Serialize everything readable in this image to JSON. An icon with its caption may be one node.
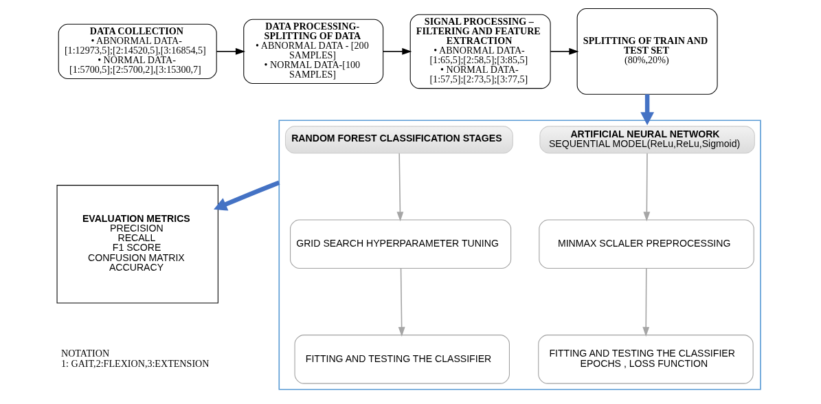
{
  "diagram": {
    "nodes": [
      {
        "text": [
          "DATA COLLECTION",
          "• ABNORMAL DATA- [1:12973,5];[2:14520,5],[3:16854,5]",
          "• NORMAL DATA- [1:5700,5];[2:5700,2],[3:15300,7]"
        ]
      },
      {
        "text": [
          "DATA PROCESSING- SPLITTING OF DATA",
          "• ABNORMAL DATA - [200 SAMPLES]",
          "• NORMAL DATA-[100 SAMPLES]"
        ]
      },
      {
        "text": [
          "SIGNAL PROCESSING – FILTERING AND FEATURE EXTRACTION",
          "• ABNORMAL DATA- [1:65,5];[2:58,5];[3:85,5]",
          "• NORMAL DATA- [1:57,5];[2:73,5];[3:77,5]"
        ]
      },
      {
        "text": [
          "SPLITTING OF TRAIN AND TEST SET",
          "(80%,20%)"
        ]
      },
      {
        "text": [],
        "shape": "box"
      },
      {
        "text": [
          "RANDOM FOREST CLASSIFICATION STAGES"
        ],
        "in": 4
      },
      {
        "text": [
          "ARTIFICIAL NEURAL NETWORK",
          "SEQUENTIAL MODEL(ReLu,ReLu,Sigmoid)"
        ],
        "in": 4
      },
      {
        "text": [
          "GRID SEARCH HYPERPARAMETER TUNING"
        ],
        "in": 4
      },
      {
        "text": [
          "MINMAX SCLALER PREPROCESSING"
        ],
        "in": 4
      },
      {
        "text": [
          "FITTING AND TESTING THE CLASSIFIER"
        ],
        "in": 4
      },
      {
        "text": [
          "FITTING AND TESTING THE CLASSIFIER",
          "EPOCHS , LOSS FUNCTION"
        ],
        "in": 4
      },
      {
        "text": [
          "EVALUATION METRICS",
          "PRECISION",
          "RECALL",
          "F1 SCORE",
          "CONFUSION MATRIX",
          "ACCURACY"
        ]
      }
    ],
    "edges": [
      {
        "from": 0,
        "to": 1,
        "arrow": "to",
        "color": "#000000"
      },
      {
        "from": 1,
        "to": 2,
        "arrow": "to",
        "color": "#000000"
      },
      {
        "from": 2,
        "to": 3,
        "arrow": "to",
        "color": "#000000"
      },
      {
        "from": 3,
        "to": 4,
        "arrow": "to",
        "style": "thick",
        "color": "#4472c4"
      },
      {
        "from": 4,
        "to": 11,
        "arrow": "to",
        "style": "thick",
        "color": "#4472c4"
      },
      {
        "from": 5,
        "to": 7,
        "arrow": "to",
        "color": "#a6a6a6"
      },
      {
        "from": 7,
        "to": 9,
        "arrow": "to",
        "color": "#a6a6a6"
      },
      {
        "from": 6,
        "to": 8,
        "arrow": "to",
        "color": "#a6a6a6"
      },
      {
        "from": 8,
        "to": 10,
        "arrow": "to",
        "color": "#a6a6a6"
      }
    ],
    "labels": [
      "NOTATION",
      "1: GAIT,2:FLEXION,3:EXTENSION"
    ]
  }
}
